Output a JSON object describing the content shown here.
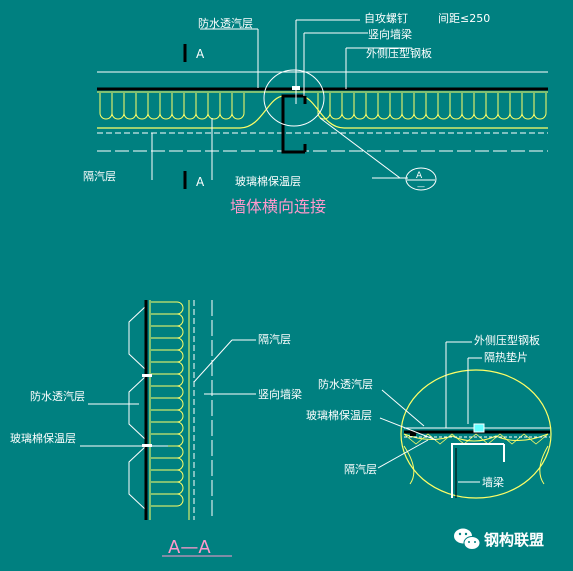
{
  "top": {
    "labels": {
      "waterproof": "防水透汽层",
      "screw": "自攻螺钉",
      "spacing": "间距≤250",
      "vertical_beam": "竖向墙梁",
      "outer_panel": "外侧压型钢板",
      "section_mark": "A",
      "vapor_barrier": "隔汽层",
      "glass_wool": "玻璃棉保温层",
      "callout_top": "A",
      "callout_bottom": "—"
    },
    "title": "墙体横向连接"
  },
  "bottom_left": {
    "labels": {
      "vapor_barrier": "隔汽层",
      "waterproof": "防水透汽层",
      "vertical_beam": "竖向墙梁",
      "glass_wool": "玻璃棉保温层"
    },
    "section_title": "A—A"
  },
  "bottom_right": {
    "labels": {
      "outer_panel": "外侧压型钢板",
      "thermal_pad": "隔热垫片",
      "waterproof": "防水透汽层",
      "glass_wool": "玻璃棉保温层",
      "vapor_barrier": "隔汽层",
      "wall_beam": "墙梁"
    }
  },
  "watermark": {
    "text": "钢构联盟",
    "icon": "wechat-icon"
  },
  "colors": {
    "background": "#008080",
    "line_white": "#ffffff",
    "insulation_yellow": "#ffff66",
    "title_pink": "#ff99cc"
  }
}
